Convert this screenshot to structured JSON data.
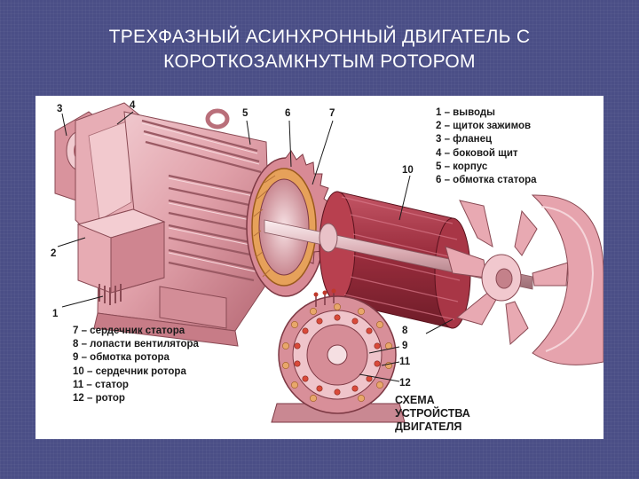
{
  "title": {
    "line1": "ТРЕХФАЗНЫЙ АСИНХРОННЫЙ ДВИГАТЕЛЬ С",
    "line2": "КОРОТКОЗАМКНУТЫМ РОТОРОМ"
  },
  "legend_top": [
    "1 – выводы",
    "2 – щиток зажимов",
    "3 – фланец",
    "4 – боковой щит",
    "5 – корпус",
    "6 – обмотка статора"
  ],
  "legend_bottom": [
    "7 – сердечник статора",
    "8 – лопасти вентилятора",
    "9 – обмотка ротора",
    "10 – сердечник ротора",
    "11 – статор",
    "12 – ротор"
  ],
  "caption": {
    "line1": "СХЕМА",
    "line2": "УСТРОЙСТВА",
    "line3": "ДВИГАТЕЛЯ"
  },
  "callouts": {
    "n1": "1",
    "n2": "2",
    "n3": "3",
    "n4": "4",
    "n5": "5",
    "n6": "6",
    "n7": "7",
    "n8": "8",
    "n9": "9",
    "n10": "10",
    "n11": "11",
    "n12": "12"
  },
  "colors": {
    "housing": "#e3a2ab",
    "housing_dark": "#b86a76",
    "housing_light": "#f3cfd4",
    "rotor": "#9a2d3d",
    "winding": "#d9873a",
    "bg": "#4a4e86"
  }
}
